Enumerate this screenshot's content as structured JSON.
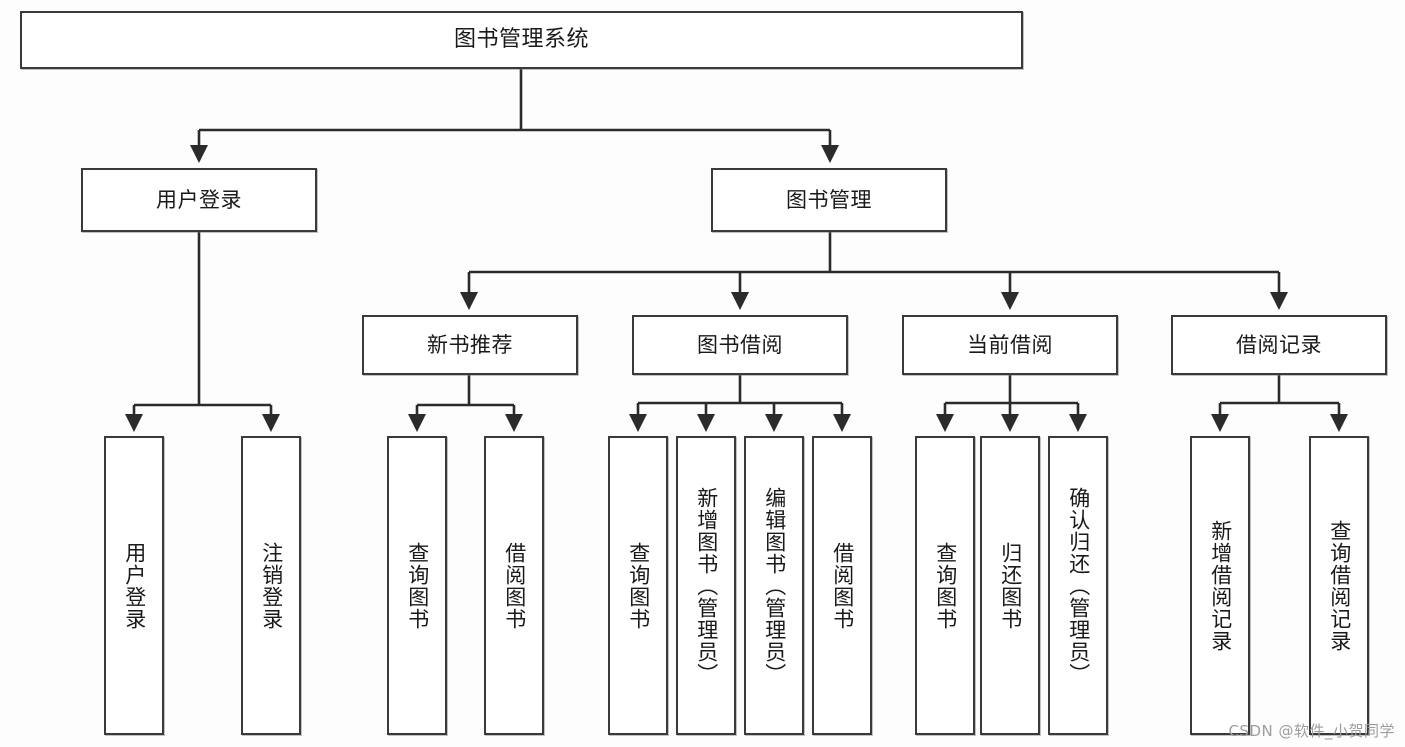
{
  "diagram": {
    "title": "图书管理系统",
    "type": "tree",
    "watermark": "CSDN @软件_小贺同学",
    "colors": {
      "box_border": "#3a3a3a",
      "box_fill": "#ffffff",
      "edge": "#2b2b2b",
      "text": "#1a1a1a",
      "watermark": "#9d9d9d"
    },
    "nodes": {
      "root": {
        "label": "图书管理系统"
      },
      "level2": [
        {
          "label": "用户登录"
        },
        {
          "label": "图书管理"
        }
      ],
      "level3": [
        {
          "label": "新书推荐"
        },
        {
          "label": "图书借阅"
        },
        {
          "label": "当前借阅"
        },
        {
          "label": "借阅记录"
        }
      ],
      "leaves_user_login": [
        {
          "label": "用户登录"
        },
        {
          "label": "注销登录"
        }
      ],
      "leaves_new_book": [
        {
          "label": "查询图书"
        },
        {
          "label": "借阅图书"
        }
      ],
      "leaves_borrow": [
        {
          "label": "查询图书"
        },
        {
          "label": "新增图书（管理员）"
        },
        {
          "label": "编辑图书（管理员）"
        },
        {
          "label": "借阅图书"
        }
      ],
      "leaves_current": [
        {
          "label": "查询图书"
        },
        {
          "label": "归还图书"
        },
        {
          "label": "确认归还（管理员）"
        }
      ],
      "leaves_records": [
        {
          "label": "新增借阅记录"
        },
        {
          "label": "查询借阅记录"
        }
      ]
    }
  }
}
